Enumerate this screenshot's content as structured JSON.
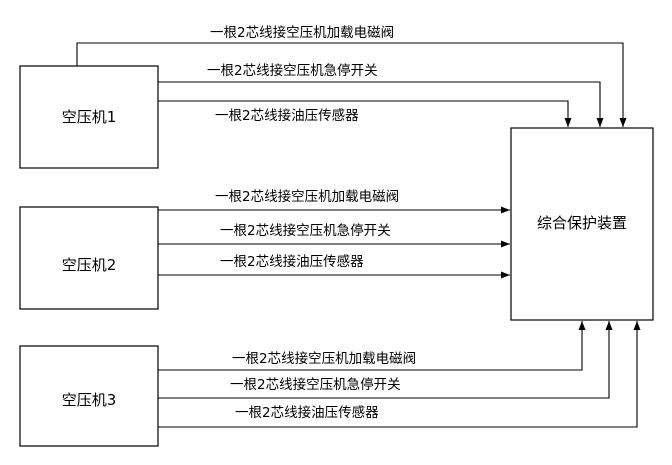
{
  "nodes": {
    "compressor_1": "空压机1",
    "compressor_2": "空压机2",
    "compressor_3": "空压机3",
    "protector": "综合保护装置"
  },
  "connections": {
    "compressor_1": [
      "一根2芯线接空压机加载电磁阀",
      "一根2芯线接空压机急停开关",
      "一根2芯线接油压传感器"
    ],
    "compressor_2": [
      "一根2芯线接空压机加载电磁阀",
      "一根2芯线接空压机急停开关",
      "一根2芯线接油压传感器"
    ],
    "compressor_3": [
      "一根2芯线接空压机加载电磁阀",
      "一根2芯线接空压机急停开关",
      "一根2芯线接油压传感器"
    ]
  }
}
